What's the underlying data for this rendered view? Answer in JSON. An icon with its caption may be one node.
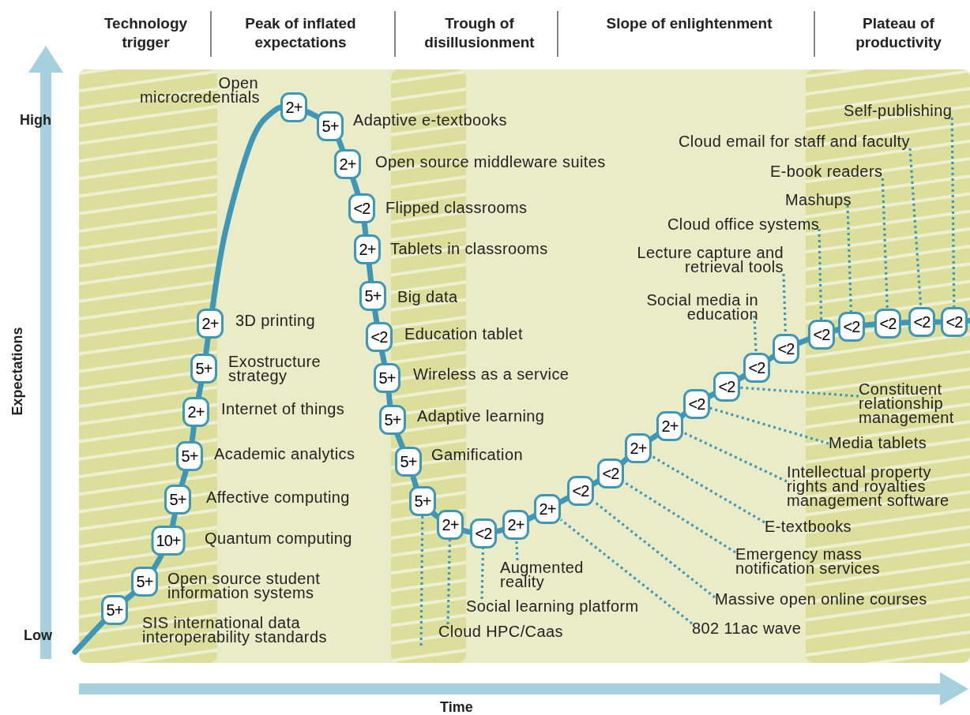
{
  "diagram": {
    "nodes": [
      {
        "text": [
          "5+"
        ],
        "beside": [
          "SIS international data interoperability standards"
        ]
      },
      {
        "text": [
          "5+"
        ],
        "beside": [
          "Open source student information systems"
        ]
      },
      {
        "text": [
          "10+"
        ],
        "beside": [
          "Quantum computing"
        ]
      },
      {
        "text": [
          "5+"
        ],
        "beside": [
          "Affective computing"
        ]
      },
      {
        "text": [
          "5+"
        ],
        "beside": [
          "Academic analytics"
        ]
      },
      {
        "text": [
          "2+"
        ],
        "beside": [
          "Internet of things"
        ]
      },
      {
        "text": [
          "5+"
        ],
        "beside": [
          "Exostructure strategy"
        ]
      },
      {
        "text": [
          "2+"
        ],
        "beside": [
          "3D printing"
        ]
      },
      {
        "text": [
          "2+"
        ],
        "beside": [
          "Open microcredentials"
        ]
      },
      {
        "text": [
          "5+"
        ],
        "beside": [
          "Adaptive e-textbooks"
        ]
      },
      {
        "text": [
          "2+"
        ],
        "beside": [
          "Open source middleware suites"
        ]
      },
      {
        "text": [
          "<2"
        ],
        "beside": [
          "Flipped classrooms"
        ]
      },
      {
        "text": [
          "2+"
        ],
        "beside": [
          "Tablets in classrooms"
        ]
      },
      {
        "text": [
          "5+"
        ],
        "beside": [
          "Big data"
        ]
      },
      {
        "text": [
          "<2"
        ],
        "beside": [
          "Education tablet"
        ]
      },
      {
        "text": [
          "5+"
        ],
        "beside": [
          "Wireless as a service"
        ]
      },
      {
        "text": [
          "5+"
        ],
        "beside": [
          "Adaptive learning"
        ]
      },
      {
        "text": [
          "5+"
        ],
        "beside": [
          "Gamification"
        ]
      },
      {
        "text": [
          "5+"
        ]
      },
      {
        "text": [
          "2+"
        ]
      },
      {
        "text": [
          "<2"
        ]
      },
      {
        "text": [
          "2+"
        ]
      },
      {
        "text": [
          "2+"
        ]
      },
      {
        "text": [
          "<2"
        ]
      },
      {
        "text": [
          "<2"
        ]
      },
      {
        "text": [
          "2+"
        ]
      },
      {
        "text": [
          "2+"
        ]
      },
      {
        "text": [
          "<2"
        ]
      },
      {
        "text": [
          "<2"
        ]
      },
      {
        "text": [
          "<2"
        ]
      },
      {
        "text": [
          "<2"
        ]
      },
      {
        "text": [
          "<2"
        ]
      },
      {
        "text": [
          "<2"
        ]
      },
      {
        "text": [
          "<2"
        ]
      },
      {
        "text": [
          "<2"
        ]
      },
      {
        "text": [
          "<2"
        ]
      },
      {
        "text": [
          "Cloud HPC/Caas"
        ]
      },
      {
        "text": [
          "Social learning platform"
        ]
      },
      {
        "text": [
          "Augmented reality"
        ]
      },
      {
        "text": [
          "802 11ac wave"
        ]
      },
      {
        "text": [
          "Massive open online courses"
        ]
      },
      {
        "text": [
          "Emergency mass notification services"
        ]
      },
      {
        "text": [
          "E-textbooks"
        ]
      },
      {
        "text": [
          "Intellectual property rights and royalties management software"
        ]
      },
      {
        "text": [
          "Media tablets"
        ]
      },
      {
        "text": [
          "Constituent relationship management"
        ]
      },
      {
        "text": [
          "Social media in education"
        ]
      },
      {
        "text": [
          "Lecture capture and retrieval tools"
        ]
      },
      {
        "text": [
          "Cloud office systems"
        ]
      },
      {
        "text": [
          "Mashups"
        ]
      },
      {
        "text": [
          "E-book readers"
        ]
      },
      {
        "text": [
          "Cloud email for staff and faculty"
        ]
      },
      {
        "text": [
          "Self-publishing"
        ]
      }
    ],
    "edges": [
      {
        "from": 36,
        "to": 19,
        "arrow": "none"
      },
      {
        "from": 37,
        "to": 20,
        "arrow": "none"
      },
      {
        "from": 38,
        "to": 21,
        "arrow": "none"
      },
      {
        "from": 39,
        "to": 22,
        "arrow": "none"
      },
      {
        "from": 40,
        "to": 23,
        "arrow": "none"
      },
      {
        "from": 41,
        "to": 24,
        "arrow": "none"
      },
      {
        "from": 42,
        "to": 25,
        "arrow": "none"
      },
      {
        "from": 43,
        "to": 26,
        "arrow": "none"
      },
      {
        "from": 44,
        "to": 27,
        "arrow": "none"
      },
      {
        "from": 45,
        "to": 28,
        "arrow": "none"
      },
      {
        "from": 46,
        "to": 29,
        "arrow": "none"
      },
      {
        "from": 47,
        "to": 30,
        "arrow": "none"
      },
      {
        "from": 48,
        "to": 31,
        "arrow": "none"
      },
      {
        "from": 49,
        "to": 32,
        "arrow": "none"
      },
      {
        "from": 50,
        "to": 33,
        "arrow": "none"
      },
      {
        "from": 51,
        "to": 34,
        "arrow": "none"
      },
      {
        "from": 52,
        "to": 35,
        "arrow": "none"
      },
      {
        "from": 18,
        "to": null,
        "arrow": "none"
      }
    ],
    "labels": [
      "Technology trigger",
      "Peak of inflated expectations",
      "Trough of disillusionment",
      "Slope of enlightenment",
      "Plateau of productivity",
      "High",
      "Expectations",
      "Low",
      "Time"
    ]
  }
}
